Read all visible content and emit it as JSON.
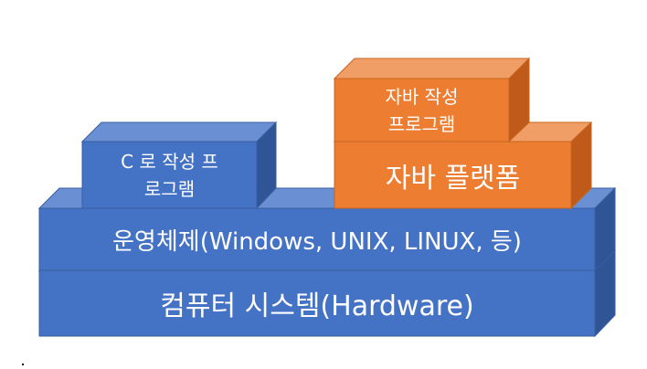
{
  "layers": {
    "hardware": "컴퓨터 시스템(Hardware)",
    "os": "운영체제(Windows, UNIX, LINUX, 등)",
    "c_program": [
      "C 로 작성 프",
      "로그램"
    ],
    "java_platform": "자바 플랫폼",
    "java_program": [
      "자바 작성",
      "프로그램"
    ]
  },
  "colors": {
    "blue_front": "#4472C4",
    "blue_top": "#6A8FD3",
    "blue_side": "#2F5597",
    "orange_front": "#ED7D31",
    "orange_top": "#F19E66",
    "orange_side": "#C05A1A"
  }
}
